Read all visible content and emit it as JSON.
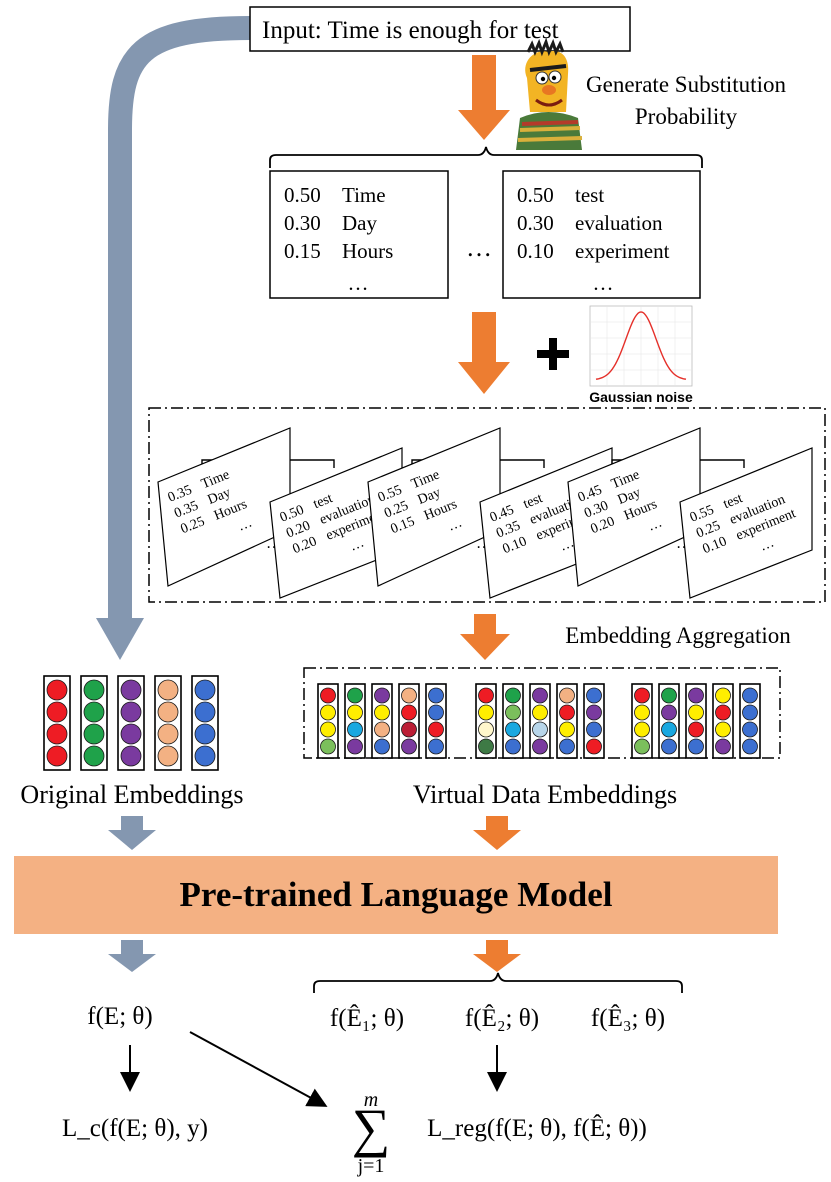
{
  "input": {
    "prefix": "Input: ",
    "sentence": "Time is enough for test"
  },
  "generate": {
    "line1": "Generate Substitution",
    "line2": "Probability"
  },
  "prob_lists": [
    {
      "rows": [
        {
          "p": "0.50",
          "w": "Time"
        },
        {
          "p": "0.30",
          "w": "Day"
        },
        {
          "p": "0.15",
          "w": "Hours"
        }
      ],
      "more": "…"
    },
    {
      "rows": [
        {
          "p": "0.50",
          "w": "test"
        },
        {
          "p": "0.30",
          "w": "evaluation"
        },
        {
          "p": "0.10",
          "w": "experiment"
        }
      ],
      "more": "…"
    }
  ],
  "between_ellipsis": "…",
  "plus": "+",
  "gaussian": {
    "label": "Gaussian noise"
  },
  "virtual_lists": [
    [
      {
        "rows": [
          {
            "p": "0.35",
            "w": "Time"
          },
          {
            "p": "0.35",
            "w": "Day"
          },
          {
            "p": "0.25",
            "w": "Hours"
          }
        ],
        "more": "…"
      },
      {
        "rows": [
          {
            "p": "0.50",
            "w": "test"
          },
          {
            "p": "0.20",
            "w": "evaluation"
          },
          {
            "p": "0.20",
            "w": "experiment"
          }
        ],
        "more": "…"
      }
    ],
    [
      {
        "rows": [
          {
            "p": "0.55",
            "w": "Time"
          },
          {
            "p": "0.25",
            "w": "Day"
          },
          {
            "p": "0.15",
            "w": "Hours"
          }
        ],
        "more": "…"
      },
      {
        "rows": [
          {
            "p": "0.45",
            "w": "test"
          },
          {
            "p": "0.35",
            "w": "evaluation"
          },
          {
            "p": "0.10",
            "w": "experiment"
          }
        ],
        "more": "…"
      }
    ],
    [
      {
        "rows": [
          {
            "p": "0.45",
            "w": "Time"
          },
          {
            "p": "0.30",
            "w": "Day"
          },
          {
            "p": "0.20",
            "w": "Hours"
          }
        ],
        "more": "…"
      },
      {
        "rows": [
          {
            "p": "0.55",
            "w": "test"
          },
          {
            "p": "0.25",
            "w": "evaluation"
          },
          {
            "p": "0.10",
            "w": "experiment"
          }
        ],
        "more": "…"
      }
    ]
  ],
  "aggregation_label": "Embedding Aggregation",
  "original_embeddings": {
    "label": "Original Embeddings",
    "columns": [
      "#ee1c24",
      "#1fa24a",
      "#7a3a9f",
      "#f3b183",
      "#3c6fd0"
    ]
  },
  "virtual_embeddings": {
    "label": "Virtual Data Embeddings",
    "groups": [
      [
        [
          "#ee1c24",
          "#ffee00",
          "#ffee00",
          "#7bbf5c"
        ],
        [
          "#1fa24a",
          "#ffee00",
          "#19a8e0",
          "#7a3a9f"
        ],
        [
          "#7a3a9f",
          "#ffee00",
          "#f3b183",
          "#3c6fd0"
        ],
        [
          "#f3b183",
          "#ee1c24",
          "#bb1e35",
          "#7a3a9f"
        ],
        [
          "#3c6fd0",
          "#3c6fd0",
          "#ee1c24",
          "#3c6fd0"
        ]
      ],
      [
        [
          "#ee1c24",
          "#ffee00",
          "#fff7cc",
          "#3e7a45"
        ],
        [
          "#1fa24a",
          "#7bbf5c",
          "#19a8e0",
          "#3c6fd0"
        ],
        [
          "#7a3a9f",
          "#ffee00",
          "#b8d6ea",
          "#7a3a9f"
        ],
        [
          "#f3b183",
          "#ee1c24",
          "#ffee00",
          "#3c6fd0"
        ],
        [
          "#3c6fd0",
          "#7a3a9f",
          "#3c6fd0",
          "#ee1c24"
        ]
      ],
      [
        [
          "#ee1c24",
          "#ffee00",
          "#ffee00",
          "#7bbf5c"
        ],
        [
          "#1fa24a",
          "#7a3a9f",
          "#19a8e0",
          "#3c6fd0"
        ],
        [
          "#7a3a9f",
          "#ffee00",
          "#ee1c24",
          "#3c6fd0"
        ],
        [
          "#ffee00",
          "#ee1c24",
          "#ffee00",
          "#7a3a9f"
        ],
        [
          "#3c6fd0",
          "#3c6fd0",
          "#3c6fd0",
          "#3c6fd0"
        ]
      ]
    ]
  },
  "plm": {
    "label": "Pre-trained Language Model"
  },
  "outputs": {
    "orig": "f(E; θ)",
    "virtual": [
      "f(Ê₁; θ)",
      "f(Ê₂; θ)",
      "f(Ê₃; θ)"
    ]
  },
  "loss_c": "L_c(f(E; θ), y)",
  "loss_reg": {
    "upper": "m",
    "lower": "j=1",
    "body": "L_reg(f(E; θ), f(Ê; θ))"
  },
  "colors": {
    "orange_arrow": "#ed7d31",
    "blue_arrow": "#8497b0",
    "plm_fill": "#f4b183",
    "gaussian_curve": "#e5302a"
  }
}
